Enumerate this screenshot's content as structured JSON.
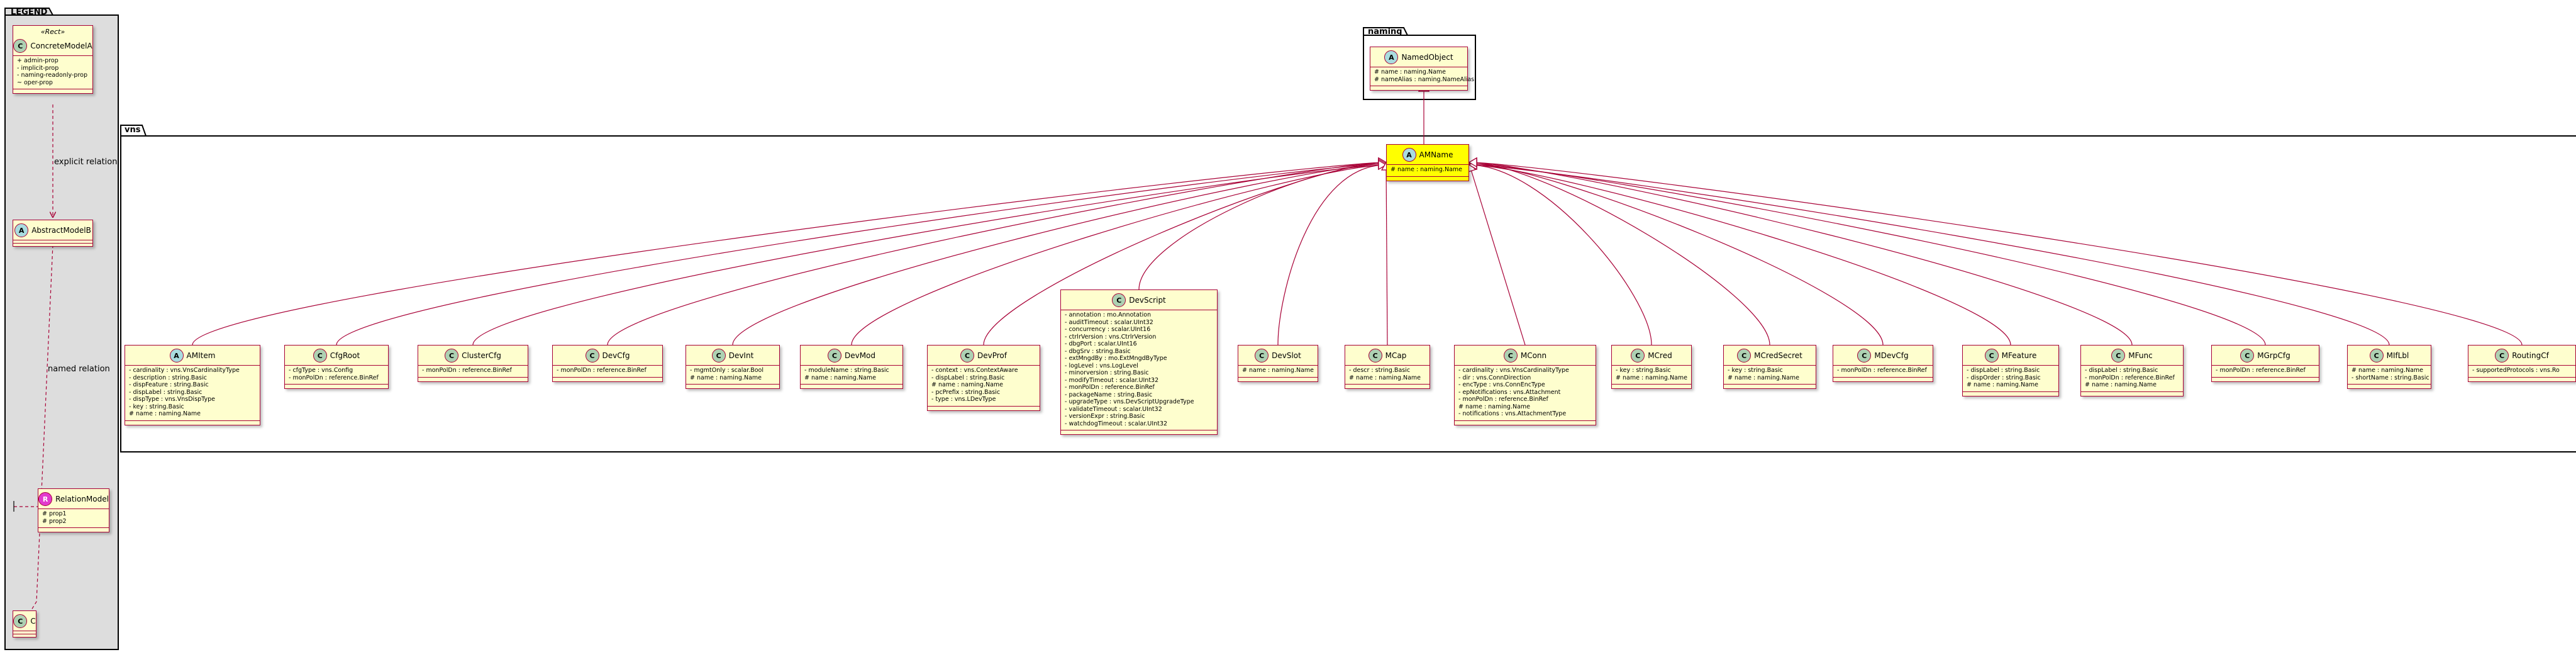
{
  "packages": {
    "legend": "LEGEND",
    "naming": "naming",
    "vns": "vns"
  },
  "legend": {
    "rect_stereotype": "«Rect»",
    "concrete": {
      "name": "ConcreteModelA",
      "attrs": [
        "+ admin-prop",
        "- implicit-prop",
        "- naming-readonly-prop",
        "~ oper-prop"
      ]
    },
    "explicit_relation_label": "explicit relation",
    "abstract_name": "AbstractModelB",
    "named_relation_label": "named relation",
    "relation_model": {
      "name": "RelationModel",
      "attrs": [
        "# prop1",
        "# prop2"
      ]
    },
    "c_name": "C"
  },
  "named_object": {
    "name": "NamedObject",
    "attrs": [
      "# name : naming.Name",
      "# nameAlias : naming.NameAlias"
    ]
  },
  "amname": {
    "name": "AMName",
    "attrs": [
      "# name : naming.Name"
    ]
  },
  "colors": {
    "class_fill": "#fefece",
    "border": "#a80036",
    "highlight": "#ffff00",
    "package_fill": "#dddddd"
  },
  "classes": [
    {
      "name": "AMItem",
      "abstract": true,
      "attrs": [
        "- cardinality : vns.VnsCardinalityType",
        "- description : string.Basic",
        "- dispFeature : string.Basic",
        "- dispLabel : string.Basic",
        "- dispType : vns.VnsDispType",
        "- key : string.Basic",
        "# name : naming.Name"
      ]
    },
    {
      "name": "CfgRoot",
      "attrs": [
        "- cfgType : vns.Config",
        "- monPolDn : reference.BinRef"
      ]
    },
    {
      "name": "ClusterCfg",
      "attrs": [
        "- monPolDn : reference.BinRef"
      ]
    },
    {
      "name": "DevCfg",
      "attrs": [
        "- monPolDn : reference.BinRef"
      ]
    },
    {
      "name": "DevInt",
      "attrs": [
        "- mgmtOnly : scalar.Bool",
        "# name : naming.Name"
      ]
    },
    {
      "name": "DevMod",
      "attrs": [
        "- moduleName : string.Basic",
        "# name : naming.Name"
      ]
    },
    {
      "name": "DevProf",
      "attrs": [
        "- context : vns.ContextAware",
        "- dispLabel : string.Basic",
        "# name : naming.Name",
        "- pcPrefix : string.Basic",
        "- type : vns.LDevType"
      ]
    },
    {
      "name": "DevScript",
      "attrs": [
        "- annotation : mo.Annotation",
        "- auditTimeout : scalar.UInt32",
        "- concurrency : scalar.UInt16",
        "- ctrlrVersion : vns.CtrlrVersion",
        "- dbgPort : scalar.UInt16",
        "- dbgSrv : string.Basic",
        "- extMngdBy : mo.ExtMngdByType",
        "- logLevel : vns.LogLevel",
        "- minorversion : string.Basic",
        "- modifyTimeout : scalar.UInt32",
        "- monPolDn : reference.BinRef",
        "- packageName : string.Basic",
        "- upgradeType : vns.DevScriptUpgradeType",
        "- validateTimeout : scalar.UInt32",
        "- versionExpr : string.Basic",
        "- watchdogTimeout : scalar.UInt32"
      ]
    },
    {
      "name": "DevSlot",
      "attrs": [
        "# name : naming.Name"
      ]
    },
    {
      "name": "MCap",
      "attrs": [
        "- descr : string.Basic",
        "# name : naming.Name"
      ]
    },
    {
      "name": "MConn",
      "attrs": [
        "- cardinality : vns.VnsCardinalityType",
        "- dir : vns.ConnDirection",
        "- encType : vns.ConnEncType",
        "- epNotifications : vns.Attachment",
        "- monPolDn : reference.BinRef",
        "# name : naming.Name",
        "- notifications : vns.AttachmentType"
      ]
    },
    {
      "name": "MCred",
      "attrs": [
        "- key : string.Basic",
        "# name : naming.Name"
      ]
    },
    {
      "name": "MCredSecret",
      "attrs": [
        "- key : string.Basic",
        "# name : naming.Name"
      ]
    },
    {
      "name": "MDevCfg",
      "attrs": [
        "- monPolDn : reference.BinRef"
      ]
    },
    {
      "name": "MFeature",
      "attrs": [
        "- dispLabel : string.Basic",
        "- dispOrder : string.Basic",
        "# name : naming.Name"
      ]
    },
    {
      "name": "MFunc",
      "attrs": [
        "- dispLabel : string.Basic",
        "- monPolDn : reference.BinRef",
        "# name : naming.Name"
      ]
    },
    {
      "name": "MGrpCfg",
      "attrs": [
        "- monPolDn : reference.BinRef"
      ]
    },
    {
      "name": "MIfLbl",
      "attrs": [
        "# name : naming.Name",
        "- shortName : string.Basic"
      ]
    },
    {
      "name": "RoutingCf",
      "attrs": [
        "- supportedProtocols : vns.Ro"
      ]
    }
  ]
}
